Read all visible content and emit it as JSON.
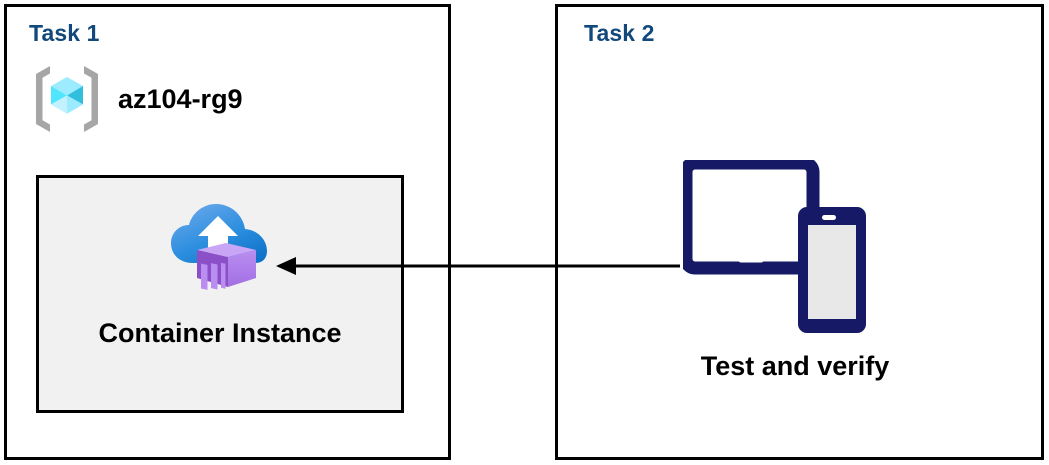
{
  "diagram": {
    "title": "Azure Container Instance task diagram",
    "background": "#ffffff",
    "colors": {
      "task_label": "#12497c",
      "panel_border": "#000000",
      "resource_box_fill": "#f1f1f1",
      "device_navy": "#161a66",
      "device_screen_gray": "#e8e8e8",
      "cloud_blue_light": "#5ea0e8",
      "cloud_blue_dark": "#0f7dd4",
      "container_purple_light": "#b municipal",
      "container_purple": "#ab7bea",
      "container_purple_dark": "#6b2fa0",
      "rg_bracket_gray": "#a6a6a6",
      "rg_cube_cyan": "#50e6ff",
      "arrow": "#000000"
    }
  },
  "panels": [
    {
      "id": "task1",
      "label": "Task 1",
      "resource_group": {
        "icon": "resource-group-icon",
        "name": "az104-rg9"
      },
      "resource": {
        "icon": "container-instance-icon",
        "caption": "Container Instance"
      }
    },
    {
      "id": "task2",
      "label": "Task 2",
      "resource": {
        "icon": "devices-tablet-phone-icon",
        "caption": "Test and verify"
      }
    }
  ],
  "connector": {
    "name": "arrow-task2-to-container-instance",
    "direction": "right-to-left",
    "from": "Test and verify",
    "to": "Container Instance"
  }
}
